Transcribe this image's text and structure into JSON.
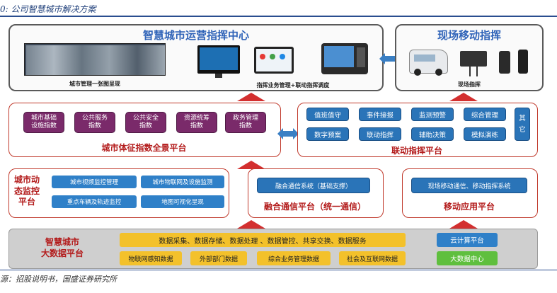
{
  "caption": "0: 公司智慧城市解决方案",
  "source": "源：招股说明书，国盛证券研究所",
  "ops_center": {
    "title": "智慧城市运营指挥中心",
    "caption_left": "城市管理一张图呈现",
    "caption_right": "指挥业务管理+联动指挥调度"
  },
  "mobile_command": {
    "title": "现场移动指挥",
    "caption": "现场指挥"
  },
  "index_platform": {
    "title": "城市体征指数全景平台",
    "items": [
      "城市基础\n设施指数",
      "公共服务\n指数",
      "公共安全\n指数",
      "资源统筹\n指数",
      "政务管理\n指数"
    ]
  },
  "linkage_platform": {
    "title": "联动指挥平台",
    "row1": [
      "值班值守",
      "事件接报",
      "监测预警",
      "综合管理"
    ],
    "row2": [
      "数字预案",
      "联动指挥",
      "辅助决策",
      "模拟演练"
    ],
    "other": "其\n它"
  },
  "monitoring_platform": {
    "title": "城市动\n态监控\n平台",
    "items": [
      "城市视频监控管理",
      "城市物联网及设施监测",
      "重点车辆及轨迹监控",
      "地图可视化呈现"
    ]
  },
  "fusion_platform": {
    "title": "融合通信平台（统一通信）",
    "item": "融合通信系统（基础支撑）"
  },
  "mobile_app_platform": {
    "title": "移动应用平台",
    "item": "现场移动通信、移动指挥系统"
  },
  "bigdata_platform": {
    "title": "智慧城市\n大数据平台",
    "services": "数据采集、数据存储、数据处理 、数据管控、共享交换、数据服务",
    "sources": [
      "物联网感知数据",
      "外部部门数据",
      "综合业务管理数据",
      "社会及互联网数据"
    ],
    "cloud": "云计算平台",
    "datacenter": "大数据中心"
  },
  "colors": {
    "purple": "#7a2a6a",
    "blue": "#2a74b8",
    "yellow": "#f3c12b",
    "green": "#5fbf3e",
    "red": "#d32f2f",
    "title_blue": "#2f63b8"
  }
}
